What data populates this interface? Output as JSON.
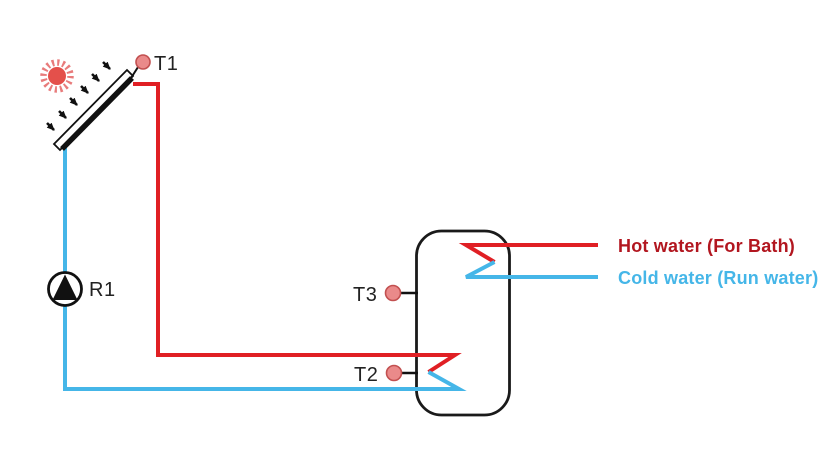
{
  "diagram": {
    "sensors": {
      "t1": "T1",
      "t2": "T2",
      "t3": "T3"
    },
    "pump": {
      "label": "R1"
    },
    "legend": {
      "hot": "Hot water (For Bath)",
      "cold": "Cold water (Run water)"
    }
  },
  "colors": {
    "hot_pipe": "#e01f24",
    "cold_pipe": "#45b6e8",
    "hot_label": "#b2161f",
    "cold_label": "#45b6e8",
    "outline": "#1a1a1a",
    "sensor_fill": "#ea8a8a",
    "sensor_stroke": "#c25050",
    "sun_core": "#e4504b",
    "sun_rays": "#e87b7b"
  },
  "icons": {
    "sun": "sun-icon",
    "irradiance": "sun-arrows-icon",
    "collector": "solar-collector-panel",
    "pump": "pump-icon",
    "sensor_dot": "temperature-sensor-dot",
    "tank": "storage-tank",
    "coil_top": "heat-exchanger-coil-top",
    "coil_bottom": "heat-exchanger-coil-bottom"
  }
}
